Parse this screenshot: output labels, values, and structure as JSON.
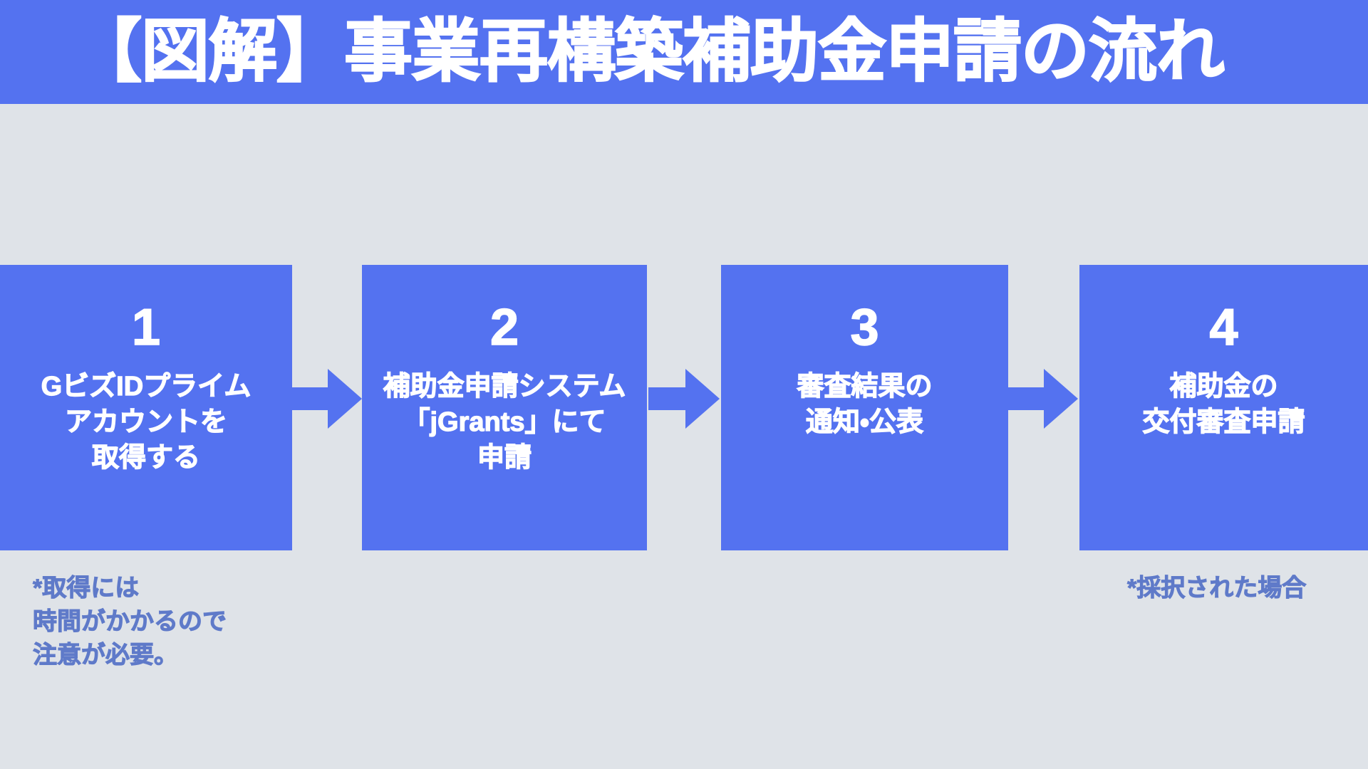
{
  "header": {
    "title": "【図解】事業再構築補助金申請の流れ",
    "background_color": "#5472f0",
    "text_color": "#ffffff"
  },
  "page": {
    "background_color": "#dfe3e8",
    "accent_color": "#5472f0",
    "note_color": "#5f7ac9"
  },
  "flow": {
    "arrow_icon": "arrow-right-icon",
    "steps": [
      {
        "number": "1",
        "label": "GビズIDプライム\nアカウントを\n取得する"
      },
      {
        "number": "2",
        "label": "補助金申請システム\n「jGrants」にて\n申請"
      },
      {
        "number": "3",
        "label": "審査結果の\n通知・公表"
      },
      {
        "number": "4",
        "label": "補助金の\n交付審査申請"
      }
    ]
  },
  "notes": {
    "left": "*取得には\n時間がかかるので\n注意が必要。",
    "right": "*採択された場合"
  }
}
